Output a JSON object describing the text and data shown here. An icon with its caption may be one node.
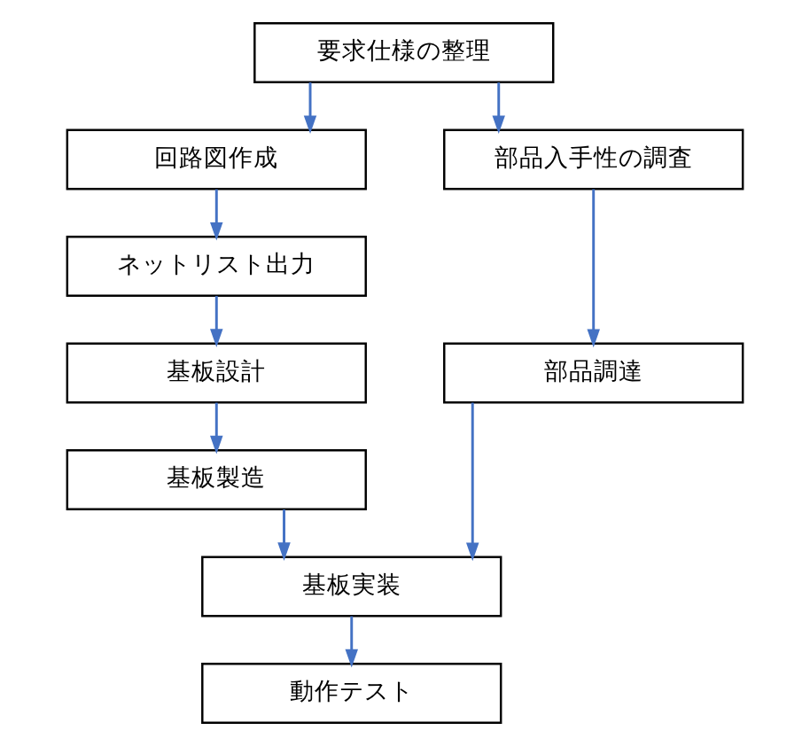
{
  "diagram": {
    "nodes": [
      {
        "text": [
          "要求仕様の整理"
        ]
      },
      {
        "text": [
          "回路図作成"
        ]
      },
      {
        "text": [
          "部品入手性の調査"
        ]
      },
      {
        "text": [
          "ネットリスト出力"
        ]
      },
      {
        "text": [
          "基板設計"
        ]
      },
      {
        "text": [
          "部品調達"
        ]
      },
      {
        "text": [
          "基板製造"
        ]
      },
      {
        "text": [
          "基板実装"
        ]
      },
      {
        "text": [
          "動作テスト"
        ]
      }
    ],
    "edges": [
      {
        "from": 0,
        "to": 1,
        "arrow": "to"
      },
      {
        "from": 0,
        "to": 2,
        "arrow": "to"
      },
      {
        "from": 1,
        "to": 3,
        "arrow": "to"
      },
      {
        "from": 2,
        "to": 5,
        "arrow": "to"
      },
      {
        "from": 3,
        "to": 4,
        "arrow": "to"
      },
      {
        "from": 4,
        "to": 6,
        "arrow": "to"
      },
      {
        "from": 5,
        "to": 7,
        "arrow": "to"
      },
      {
        "from": 6,
        "to": 7,
        "arrow": "to"
      },
      {
        "from": 7,
        "to": 8,
        "arrow": "to"
      }
    ]
  }
}
